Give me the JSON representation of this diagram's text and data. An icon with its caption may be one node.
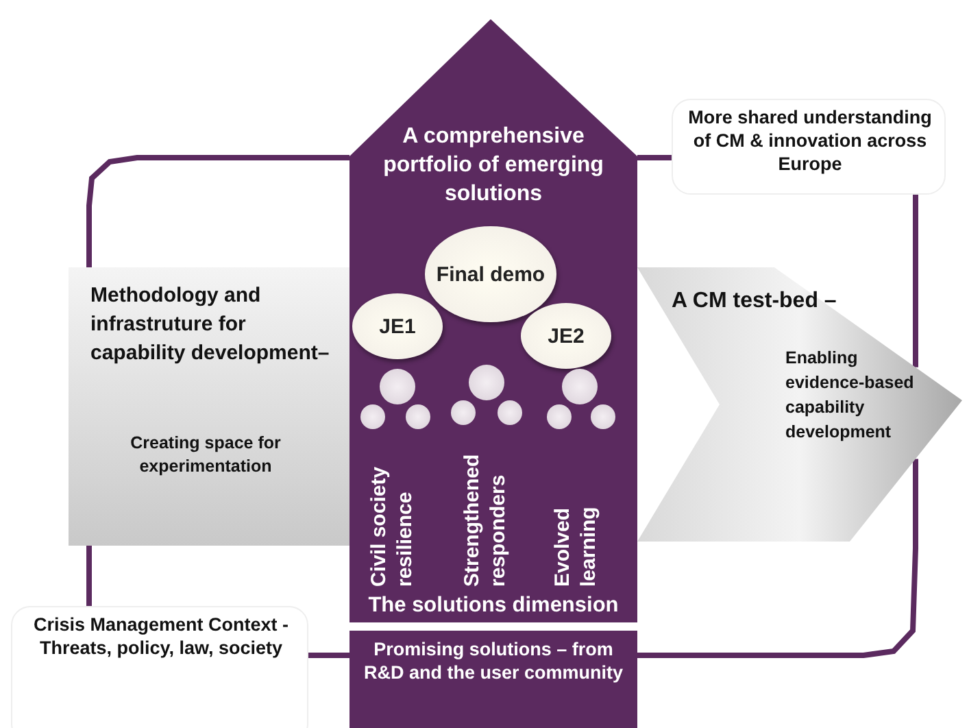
{
  "diagram": {
    "nodes": [
      {
        "text": [
          "Methodology and infrastruture for capability development–",
          "Creating space for experimentation"
        ]
      },
      {
        "text": [
          "A comprehensive portfolio of emerging solutions",
          "The solutions dimension"
        ]
      },
      {
        "text": [
          "Final demo"
        ],
        "in": 1
      },
      {
        "text": [
          "JE1"
        ],
        "in": 1
      },
      {
        "text": [
          "JE2"
        ],
        "in": 1
      },
      {
        "text": [],
        "shape": "circle",
        "in": 1
      },
      {
        "text": [],
        "shape": "circle",
        "in": 1
      },
      {
        "text": [],
        "shape": "circle",
        "in": 1
      },
      {
        "text": [],
        "shape": "circle",
        "in": 1
      },
      {
        "text": [],
        "shape": "circle",
        "in": 1
      },
      {
        "text": [],
        "shape": "circle",
        "in": 1
      },
      {
        "text": [],
        "shape": "circle",
        "in": 1
      },
      {
        "text": [],
        "shape": "circle",
        "in": 1
      },
      {
        "text": [],
        "shape": "circle",
        "in": 1
      },
      {
        "text": [
          "A CM test-bed –",
          "Enabling evidence-based capability development"
        ]
      },
      {
        "text": [
          "More shared understanding of CM & innovation across Europe"
        ]
      },
      {
        "text": [
          "Crisis Management Context - Threats, policy, law, society"
        ]
      },
      {
        "text": [
          "Promising solutions – from R&D and the user community"
        ]
      }
    ],
    "edges": [
      {
        "from": 0,
        "to": 1,
        "arrow": "none"
      },
      {
        "from": 1,
        "to": 15,
        "arrow": "none"
      },
      {
        "from": 15,
        "to": 14,
        "arrow": "none"
      },
      {
        "from": 14,
        "to": 17,
        "arrow": "none"
      },
      {
        "from": 17,
        "to": 16,
        "arrow": "none"
      },
      {
        "from": 16,
        "to": 0,
        "arrow": "none"
      }
    ],
    "labels": [
      "Civil society resilience",
      "Strengthened responders",
      "Evolved learning"
    ]
  }
}
